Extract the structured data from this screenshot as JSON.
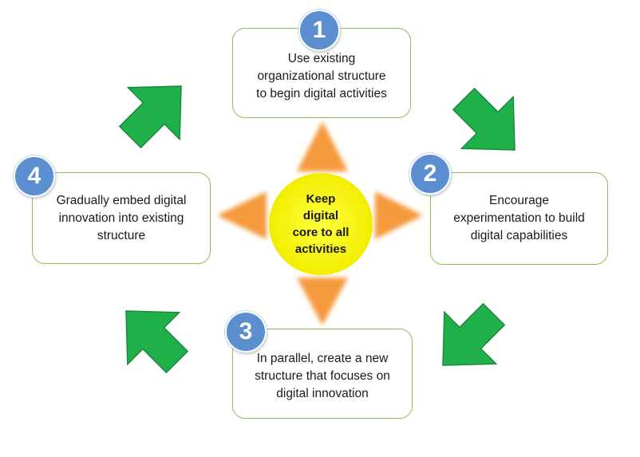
{
  "center": {
    "text": "Keep\ndigital\ncore to all\nactivities"
  },
  "steps": [
    {
      "number": "1",
      "text": "Use existing\norganizational structure\nto begin digital activities"
    },
    {
      "number": "2",
      "text": "Encourage\nexperimentation to build\ndigital capabilities"
    },
    {
      "number": "3",
      "text": "In parallel, create a new\nstructure that focuses on\ndigital innovation"
    },
    {
      "number": "4",
      "text": "Gradually embed digital\ninnovation into existing\nstructure"
    }
  ],
  "colors": {
    "box_border": "#8cc152",
    "badge": "#5b8fd0",
    "green_arrow": "#1fb04a",
    "orange_arrow": "#f59a3e",
    "center_fill": "#f2ee00"
  }
}
